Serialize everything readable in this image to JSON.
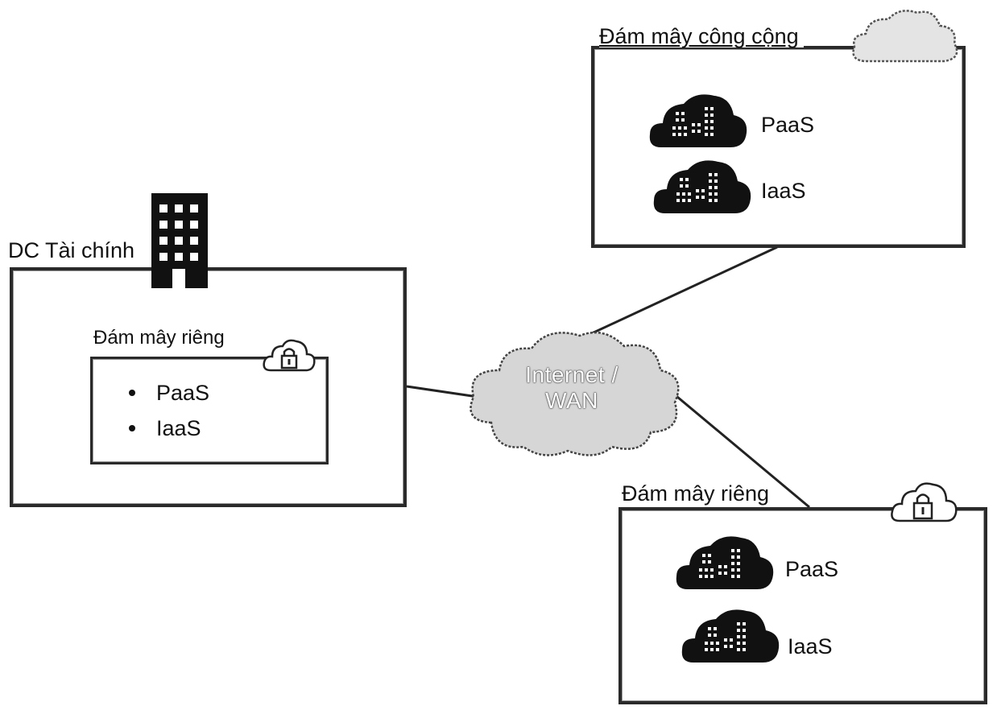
{
  "dc": {
    "label": "DC Tài chính",
    "icon": "building-icon",
    "private_cloud": {
      "label": "Đám mây riêng",
      "icon": "lock-cloud-icon",
      "items": [
        "PaaS",
        "IaaS"
      ]
    }
  },
  "network": {
    "label_line1": "Internet /",
    "label_line2": "WAN",
    "icon": "cloud-icon"
  },
  "public_cloud": {
    "label": "Đám mây công cộng",
    "icon": "cloud-icon",
    "services": [
      {
        "label": "PaaS",
        "icon": "city-cloud-icon"
      },
      {
        "label": "IaaS",
        "icon": "city-cloud-icon"
      }
    ]
  },
  "private_cloud_remote": {
    "label": "Đám mây riêng",
    "icon": "lock-cloud-icon",
    "services": [
      {
        "label": "PaaS",
        "icon": "city-cloud-icon"
      },
      {
        "label": "IaaS",
        "icon": "city-cloud-icon"
      }
    ]
  },
  "colors": {
    "stroke": "#2a2a2a",
    "icon_fill": "#111111",
    "wan_cloud": "#d9d9d9"
  }
}
